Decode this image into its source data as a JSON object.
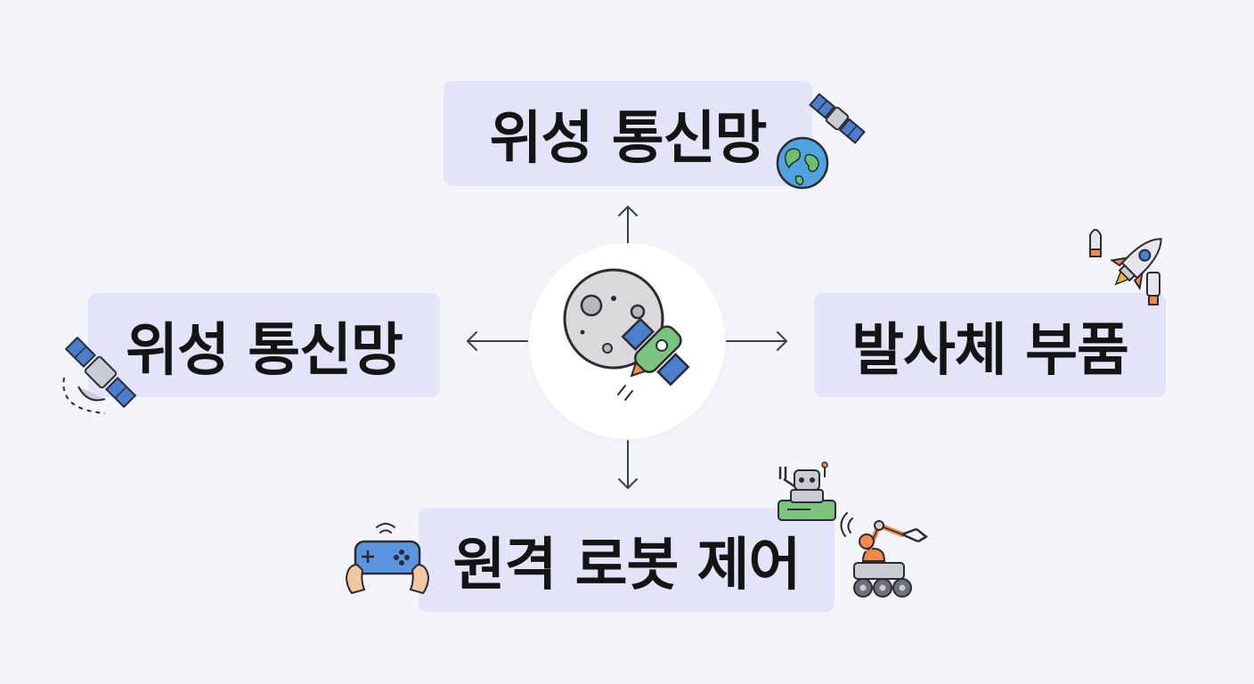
{
  "nodes": {
    "top": {
      "label": "위성 통신망"
    },
    "left": {
      "label": "위성 통신망"
    },
    "right": {
      "label": "발사체 부품"
    },
    "bottom": {
      "label": "원격 로봇 제어"
    }
  },
  "hub": {
    "icons": [
      "moon-icon",
      "spacecraft-icon"
    ]
  },
  "colors": {
    "node_bg": "#e3e3fa",
    "page_bg": "#f4f5f8",
    "arrow": "#3a3f4b",
    "text": "#141414"
  }
}
